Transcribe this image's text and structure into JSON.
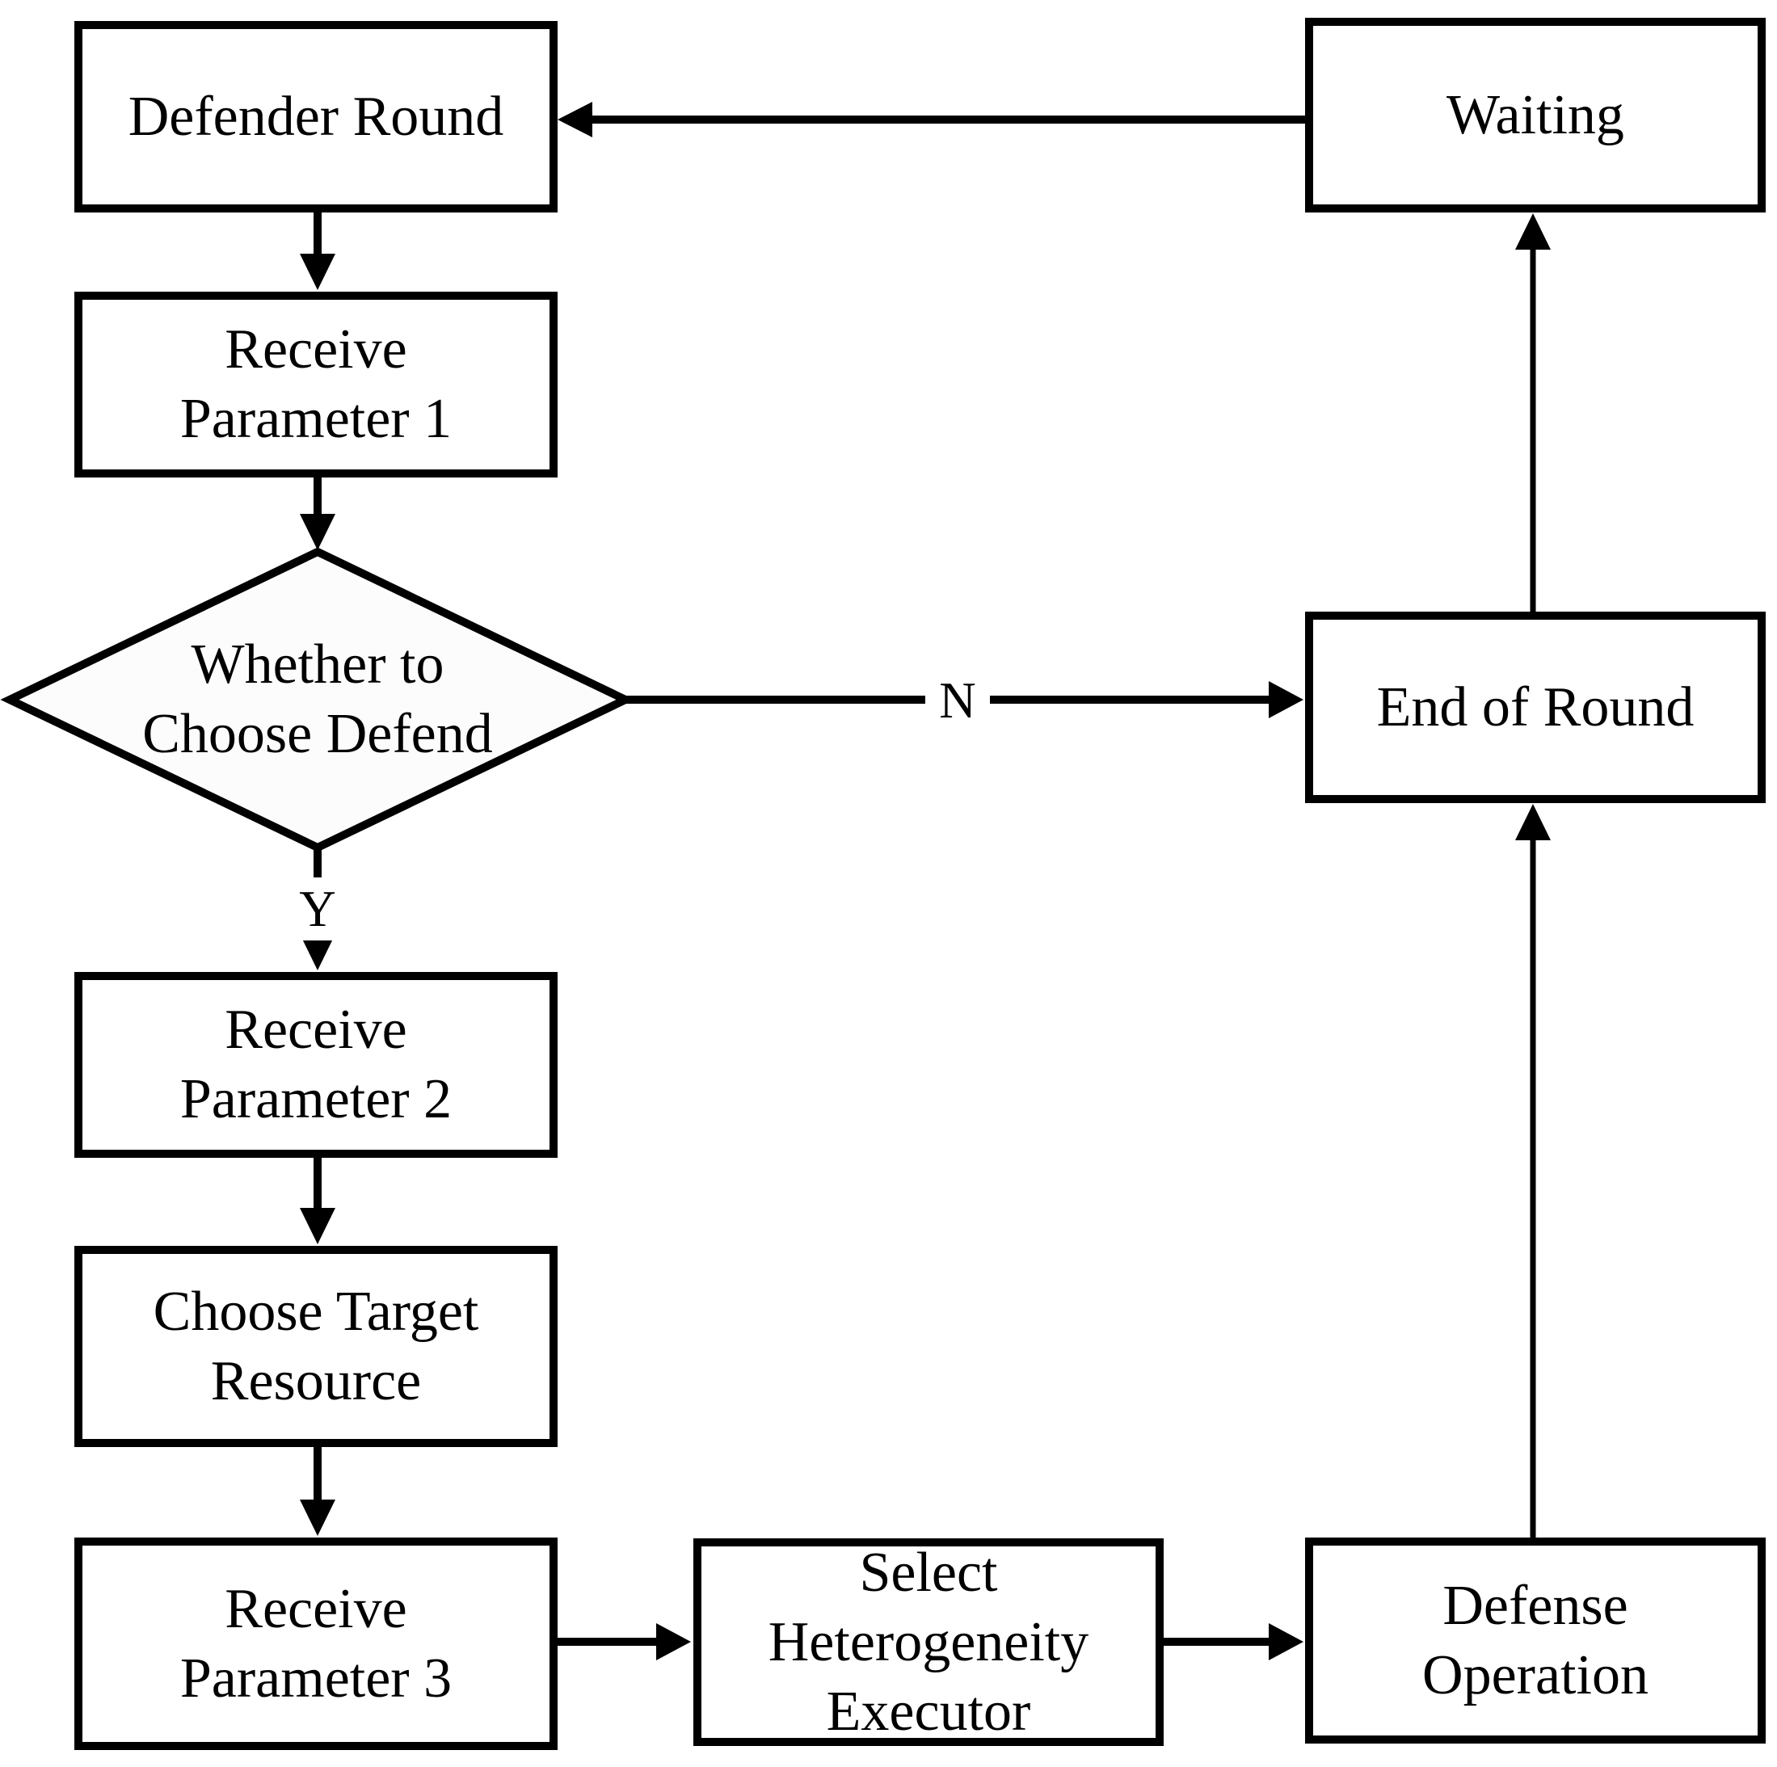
{
  "diagram": {
    "type": "flowchart",
    "background_color": "#ffffff",
    "line_color": "#000000",
    "nodes": {
      "defender_round": {
        "label": "Defender Round",
        "shape": "rect"
      },
      "waiting": {
        "label": "Waiting",
        "shape": "rect"
      },
      "receive_parameter_1": {
        "label": "Receive Parameter 1",
        "shape": "rect"
      },
      "whether_to_choose_defend": {
        "label": "Whether to Choose Defend",
        "shape": "diamond"
      },
      "end_of_round": {
        "label": "End of Round",
        "shape": "rect"
      },
      "receive_parameter_2": {
        "label": "Receive Parameter 2",
        "shape": "rect"
      },
      "choose_target_resource": {
        "label": "Choose Target Resource",
        "shape": "rect"
      },
      "receive_parameter_3": {
        "label": "Receive Parameter 3",
        "shape": "rect"
      },
      "select_heterogeneity_executor": {
        "label": "Select Heterogeneity Executor",
        "shape": "rect"
      },
      "defense_operation": {
        "label": "Defense Operation",
        "shape": "rect"
      }
    },
    "edge_labels": {
      "no_branch": "N",
      "yes_branch": "Y"
    },
    "edges": [
      {
        "from": "waiting",
        "to": "defender_round",
        "label": ""
      },
      {
        "from": "defender_round",
        "to": "receive_parameter_1",
        "label": ""
      },
      {
        "from": "receive_parameter_1",
        "to": "whether_to_choose_defend",
        "label": ""
      },
      {
        "from": "whether_to_choose_defend",
        "to": "end_of_round",
        "label": "N"
      },
      {
        "from": "whether_to_choose_defend",
        "to": "receive_parameter_2",
        "label": "Y"
      },
      {
        "from": "receive_parameter_2",
        "to": "choose_target_resource",
        "label": ""
      },
      {
        "from": "choose_target_resource",
        "to": "receive_parameter_3",
        "label": ""
      },
      {
        "from": "receive_parameter_3",
        "to": "select_heterogeneity_executor",
        "label": ""
      },
      {
        "from": "select_heterogeneity_executor",
        "to": "defense_operation",
        "label": ""
      },
      {
        "from": "defense_operation",
        "to": "end_of_round",
        "label": ""
      },
      {
        "from": "end_of_round",
        "to": "waiting",
        "label": ""
      }
    ]
  }
}
